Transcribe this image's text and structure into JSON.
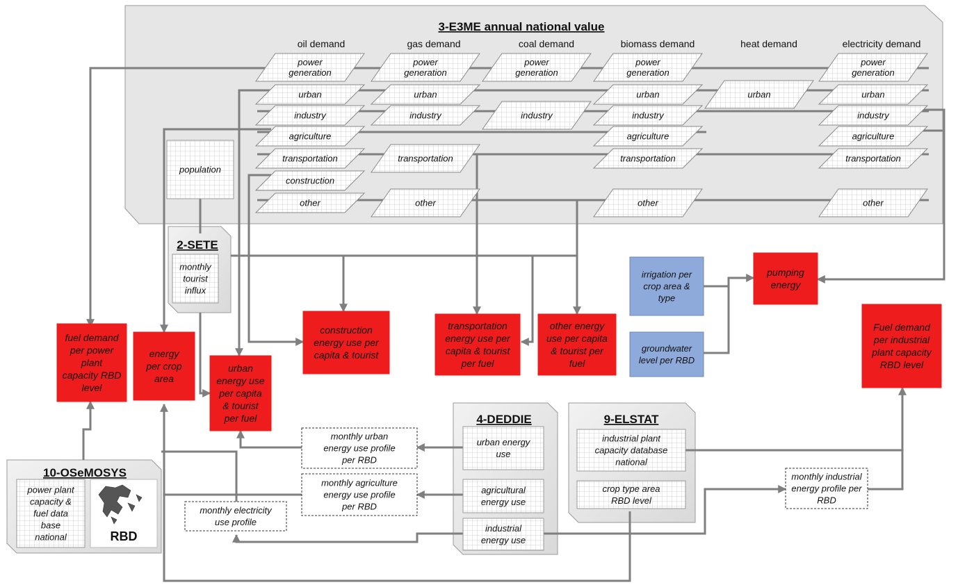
{
  "groups": {
    "e3me": {
      "title": "3-E3ME annual national value"
    },
    "sete": {
      "title": "2-SETE"
    },
    "deddie": {
      "title": "4-DEDDIE"
    },
    "elstat": {
      "title": "9-ELSTAT"
    },
    "osemosys": {
      "title": "10-OSeMOSYS",
      "map_label": "RBD"
    }
  },
  "columns": {
    "oil": "oil demand",
    "gas": "gas demand",
    "coal": "coal demand",
    "biomass": "biomass demand",
    "heat": "heat demand",
    "electricity": "electricity demand"
  },
  "sectors": {
    "power": [
      "power",
      "generation"
    ],
    "urban": [
      "urban"
    ],
    "industry": [
      "industry"
    ],
    "agriculture": [
      "agriculture"
    ],
    "transportation": [
      "transportation"
    ],
    "construction": [
      "construction"
    ],
    "other": [
      "other"
    ]
  },
  "inputs": {
    "population": [
      "population"
    ],
    "tourist_influx": [
      "monthly",
      "tourist",
      "influx"
    ],
    "urban_energy_use": [
      "urban energy",
      "use"
    ],
    "agricultural_energy_use": [
      "agricultural",
      "energy use"
    ],
    "industrial_energy_use": [
      "industrial",
      "energy use"
    ],
    "industrial_plant_db": [
      "industrial plant",
      "capacity database",
      "national"
    ],
    "crop_type_area": [
      "crop type area",
      "RBD level"
    ],
    "power_plant_db": [
      "power plant",
      "capacity &",
      "fuel data",
      "base",
      "national"
    ]
  },
  "profiles": {
    "urban_profile": [
      "monthly urban",
      "energy use profile",
      "per RBD"
    ],
    "agri_profile": [
      "monthly agriculture",
      "energy use profile",
      "per RBD"
    ],
    "elec_profile": [
      "monthly electricity",
      "use profile"
    ],
    "industrial_profile": [
      "monthly industrial",
      "energy profile per",
      "RBD"
    ]
  },
  "outputs": {
    "fuel_power": [
      "fuel demand",
      "per power",
      "plant",
      "capacity RBD",
      "level"
    ],
    "energy_crop": [
      "energy",
      "per crop",
      "area"
    ],
    "urban_energy": [
      "urban",
      "energy use",
      "per capita",
      "& tourist",
      "per fuel"
    ],
    "construction_energy": [
      "construction",
      "energy use per",
      "capita & tourist"
    ],
    "transportation_energy": [
      "transportation",
      "energy use per",
      "capita & tourist",
      "per fuel"
    ],
    "other_energy": [
      "other energy",
      "use per capita",
      "& tourist per",
      "fuel"
    ],
    "pumping_energy": [
      "pumping",
      "energy"
    ],
    "fuel_industrial": [
      "Fuel demand",
      "per industrial",
      "plant capacity",
      "RBD level"
    ]
  },
  "water_inputs": {
    "irrigation": [
      "irrigation per",
      "crop area &",
      "type"
    ],
    "groundwater": [
      "groundwater",
      "level per RBD"
    ]
  },
  "colors": {
    "output_red": "#ee1c1c",
    "water_blue": "#8eaadb",
    "panel_gray": "#e4e4e4",
    "line_gray": "#7f7f7f"
  }
}
